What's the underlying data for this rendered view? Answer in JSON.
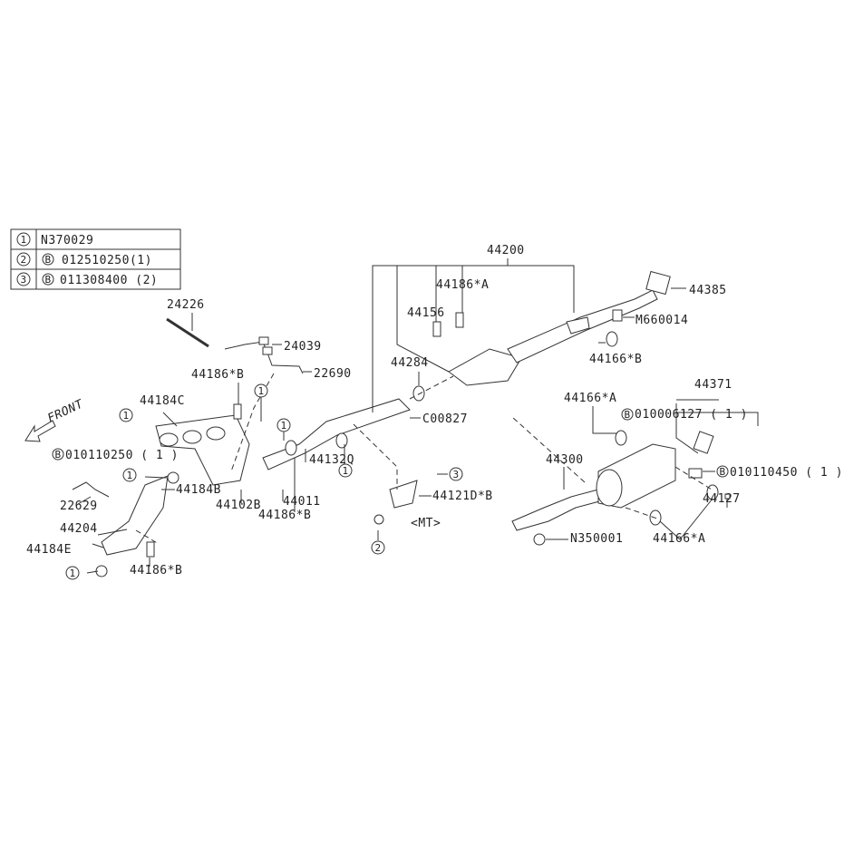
{
  "legend": {
    "rows": [
      {
        "key": "1",
        "value": "N370029"
      },
      {
        "key": "2",
        "prefix": "B",
        "value": "012510250(1)"
      },
      {
        "key": "3",
        "prefix": "B",
        "value": "011308400 (2)"
      }
    ]
  },
  "front_label": "FRONT",
  "labels": [
    "44200",
    "44186*A",
    "44385",
    "44156",
    "M660014",
    "24226",
    "24039",
    "44166*B",
    "44284",
    "44186*B",
    "22690",
    "44371",
    "44184C",
    "44166*A",
    "C00827",
    "010006127 ( 1 )",
    "010110250 ( 1 )",
    "44300",
    "44132Q",
    "010110450 ( 1 )",
    "44184B",
    "44121D*B",
    "44102B",
    "44011",
    "22629",
    "44127",
    "<MT>",
    "44186*B",
    "44204",
    "N350001",
    "44166*A",
    "44184E",
    "44186*B"
  ],
  "bolt_prefix": "B",
  "callouts": [
    "1",
    "1",
    "1",
    "1",
    "1",
    "1",
    "2",
    "3"
  ]
}
